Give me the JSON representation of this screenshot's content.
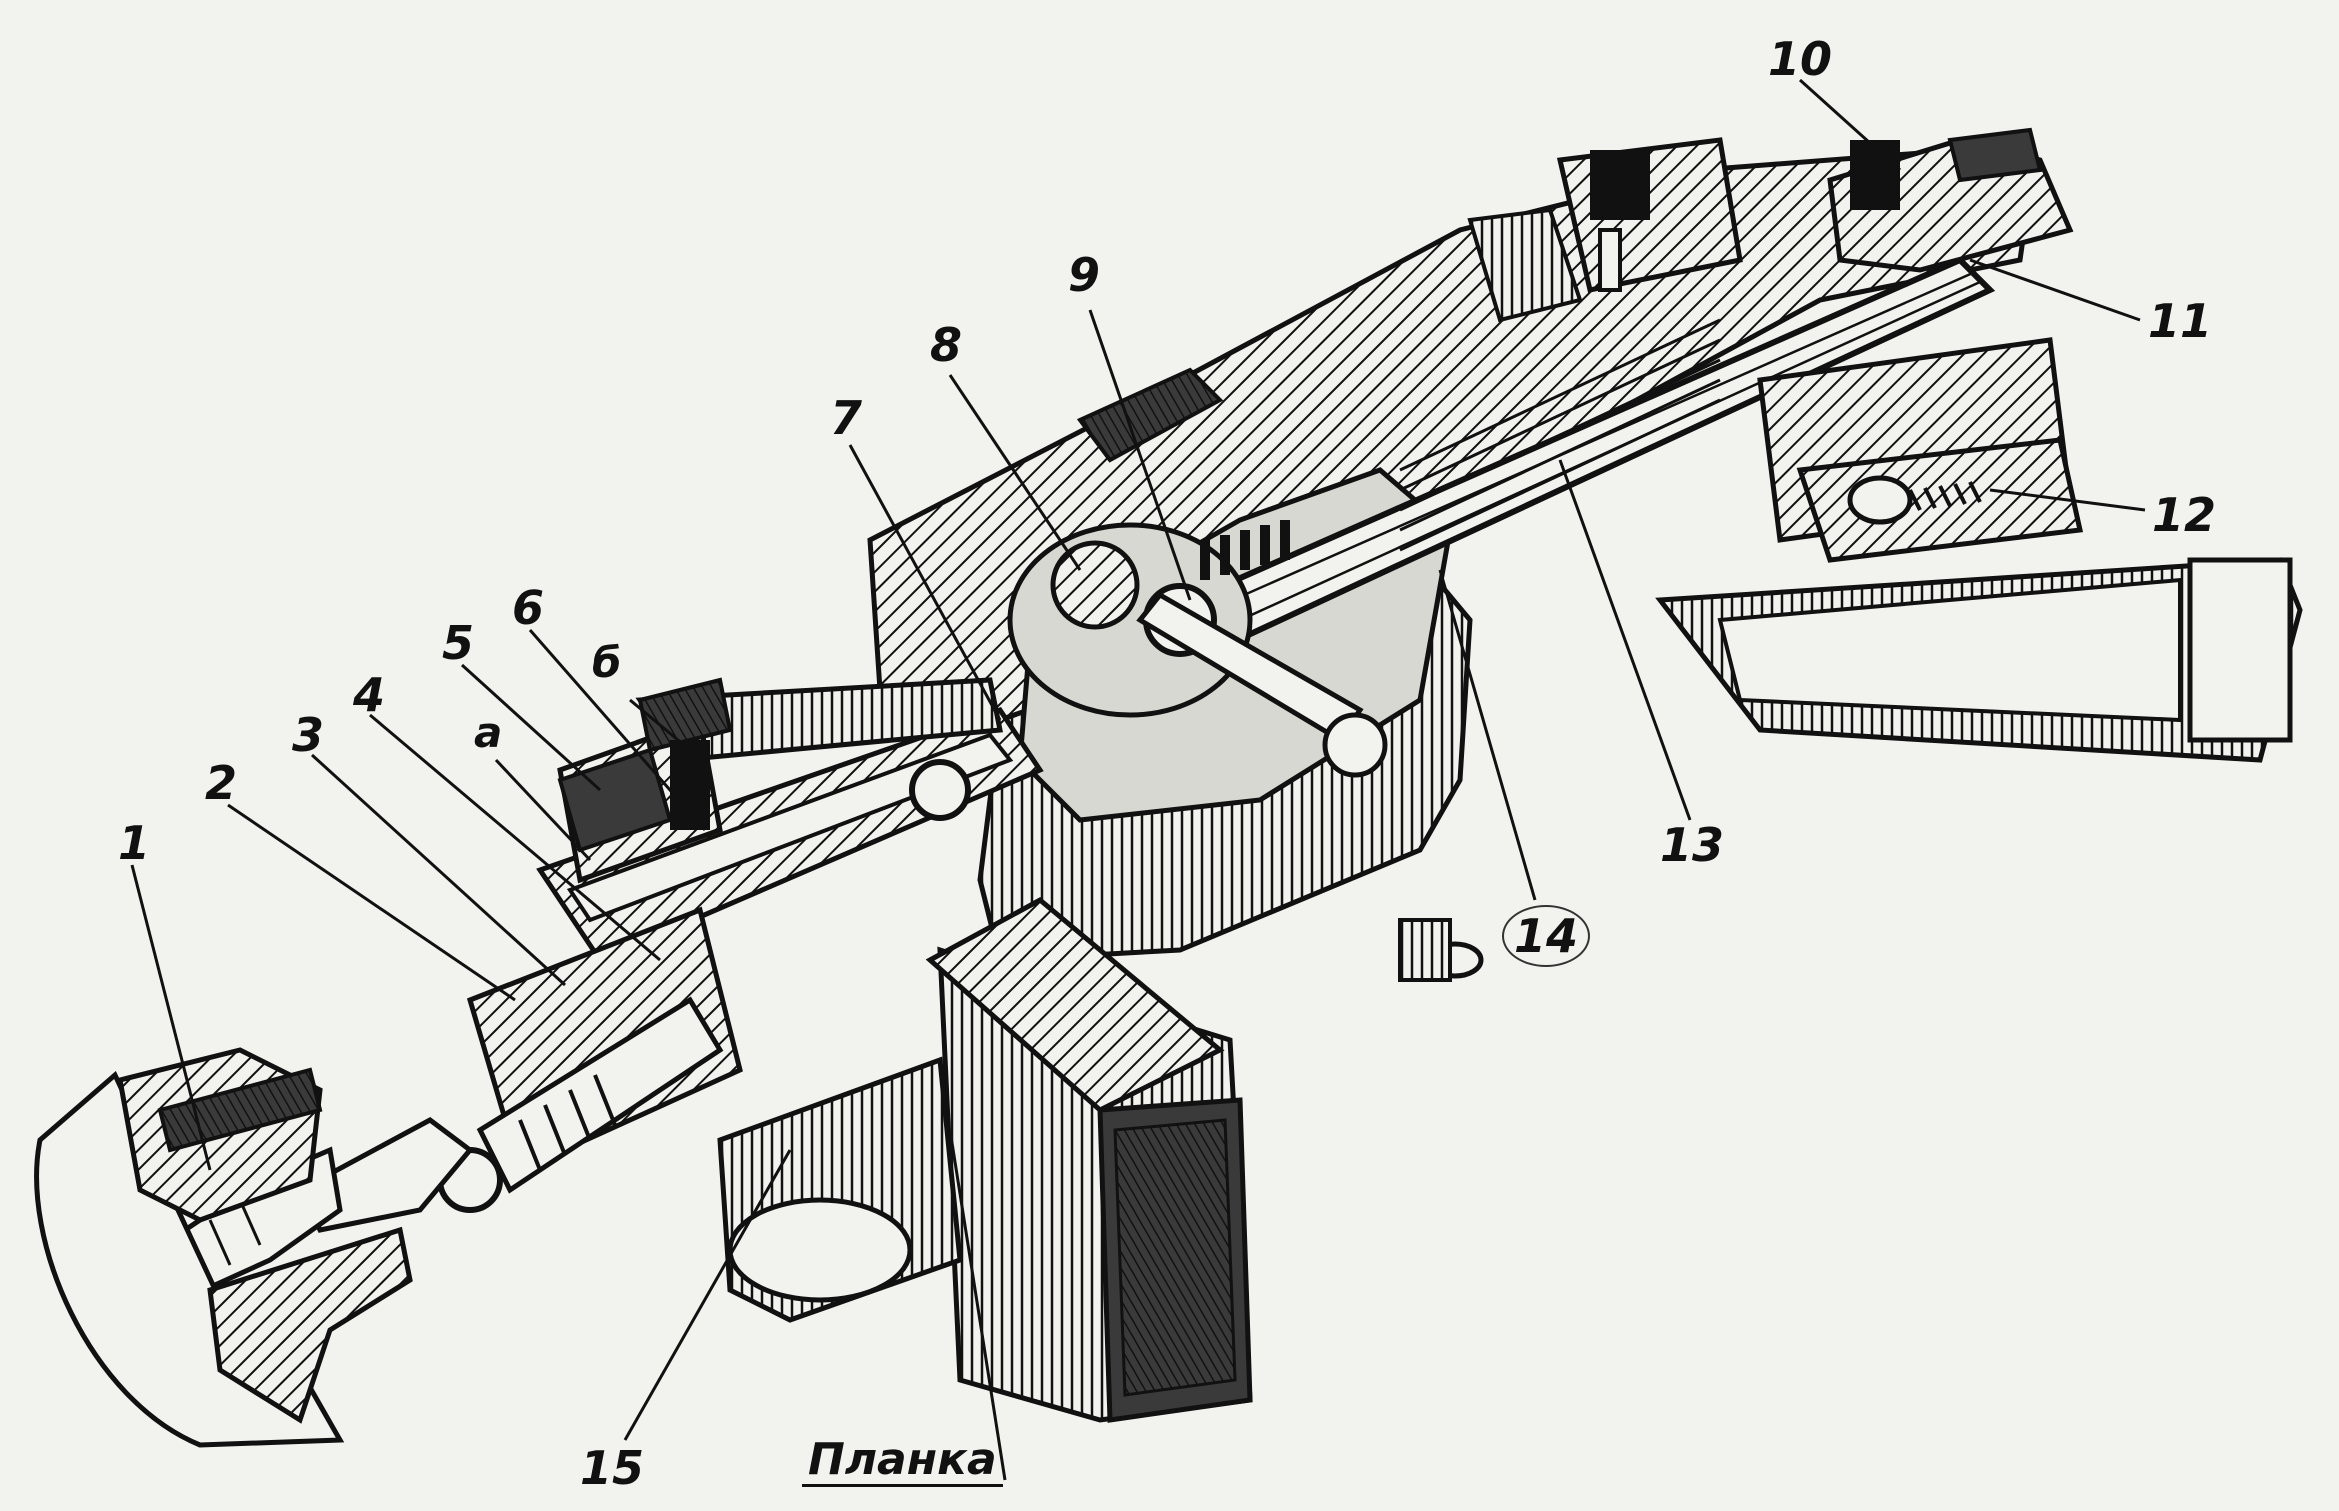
{
  "figure": {
    "callouts": [
      {
        "id": "1",
        "text": "1"
      },
      {
        "id": "2",
        "text": "2"
      },
      {
        "id": "3",
        "text": "3"
      },
      {
        "id": "4",
        "text": "4"
      },
      {
        "id": "5",
        "text": "5"
      },
      {
        "id": "6",
        "text": "6"
      },
      {
        "id": "a",
        "text": "а"
      },
      {
        "id": "b",
        "text": "б"
      },
      {
        "id": "7",
        "text": "7"
      },
      {
        "id": "8",
        "text": "8"
      },
      {
        "id": "9",
        "text": "9"
      },
      {
        "id": "10",
        "text": "10"
      },
      {
        "id": "11",
        "text": "11"
      },
      {
        "id": "12",
        "text": "12"
      },
      {
        "id": "13",
        "text": "13"
      },
      {
        "id": "14",
        "text": "14"
      },
      {
        "id": "15",
        "text": "15"
      },
      {
        "id": "planka",
        "text": "Планка"
      }
    ],
    "colors": {
      "ink": "#111111",
      "paper": "#f2f2ee",
      "shade": "#3a3a3a",
      "light": "#d8d8d2"
    }
  }
}
